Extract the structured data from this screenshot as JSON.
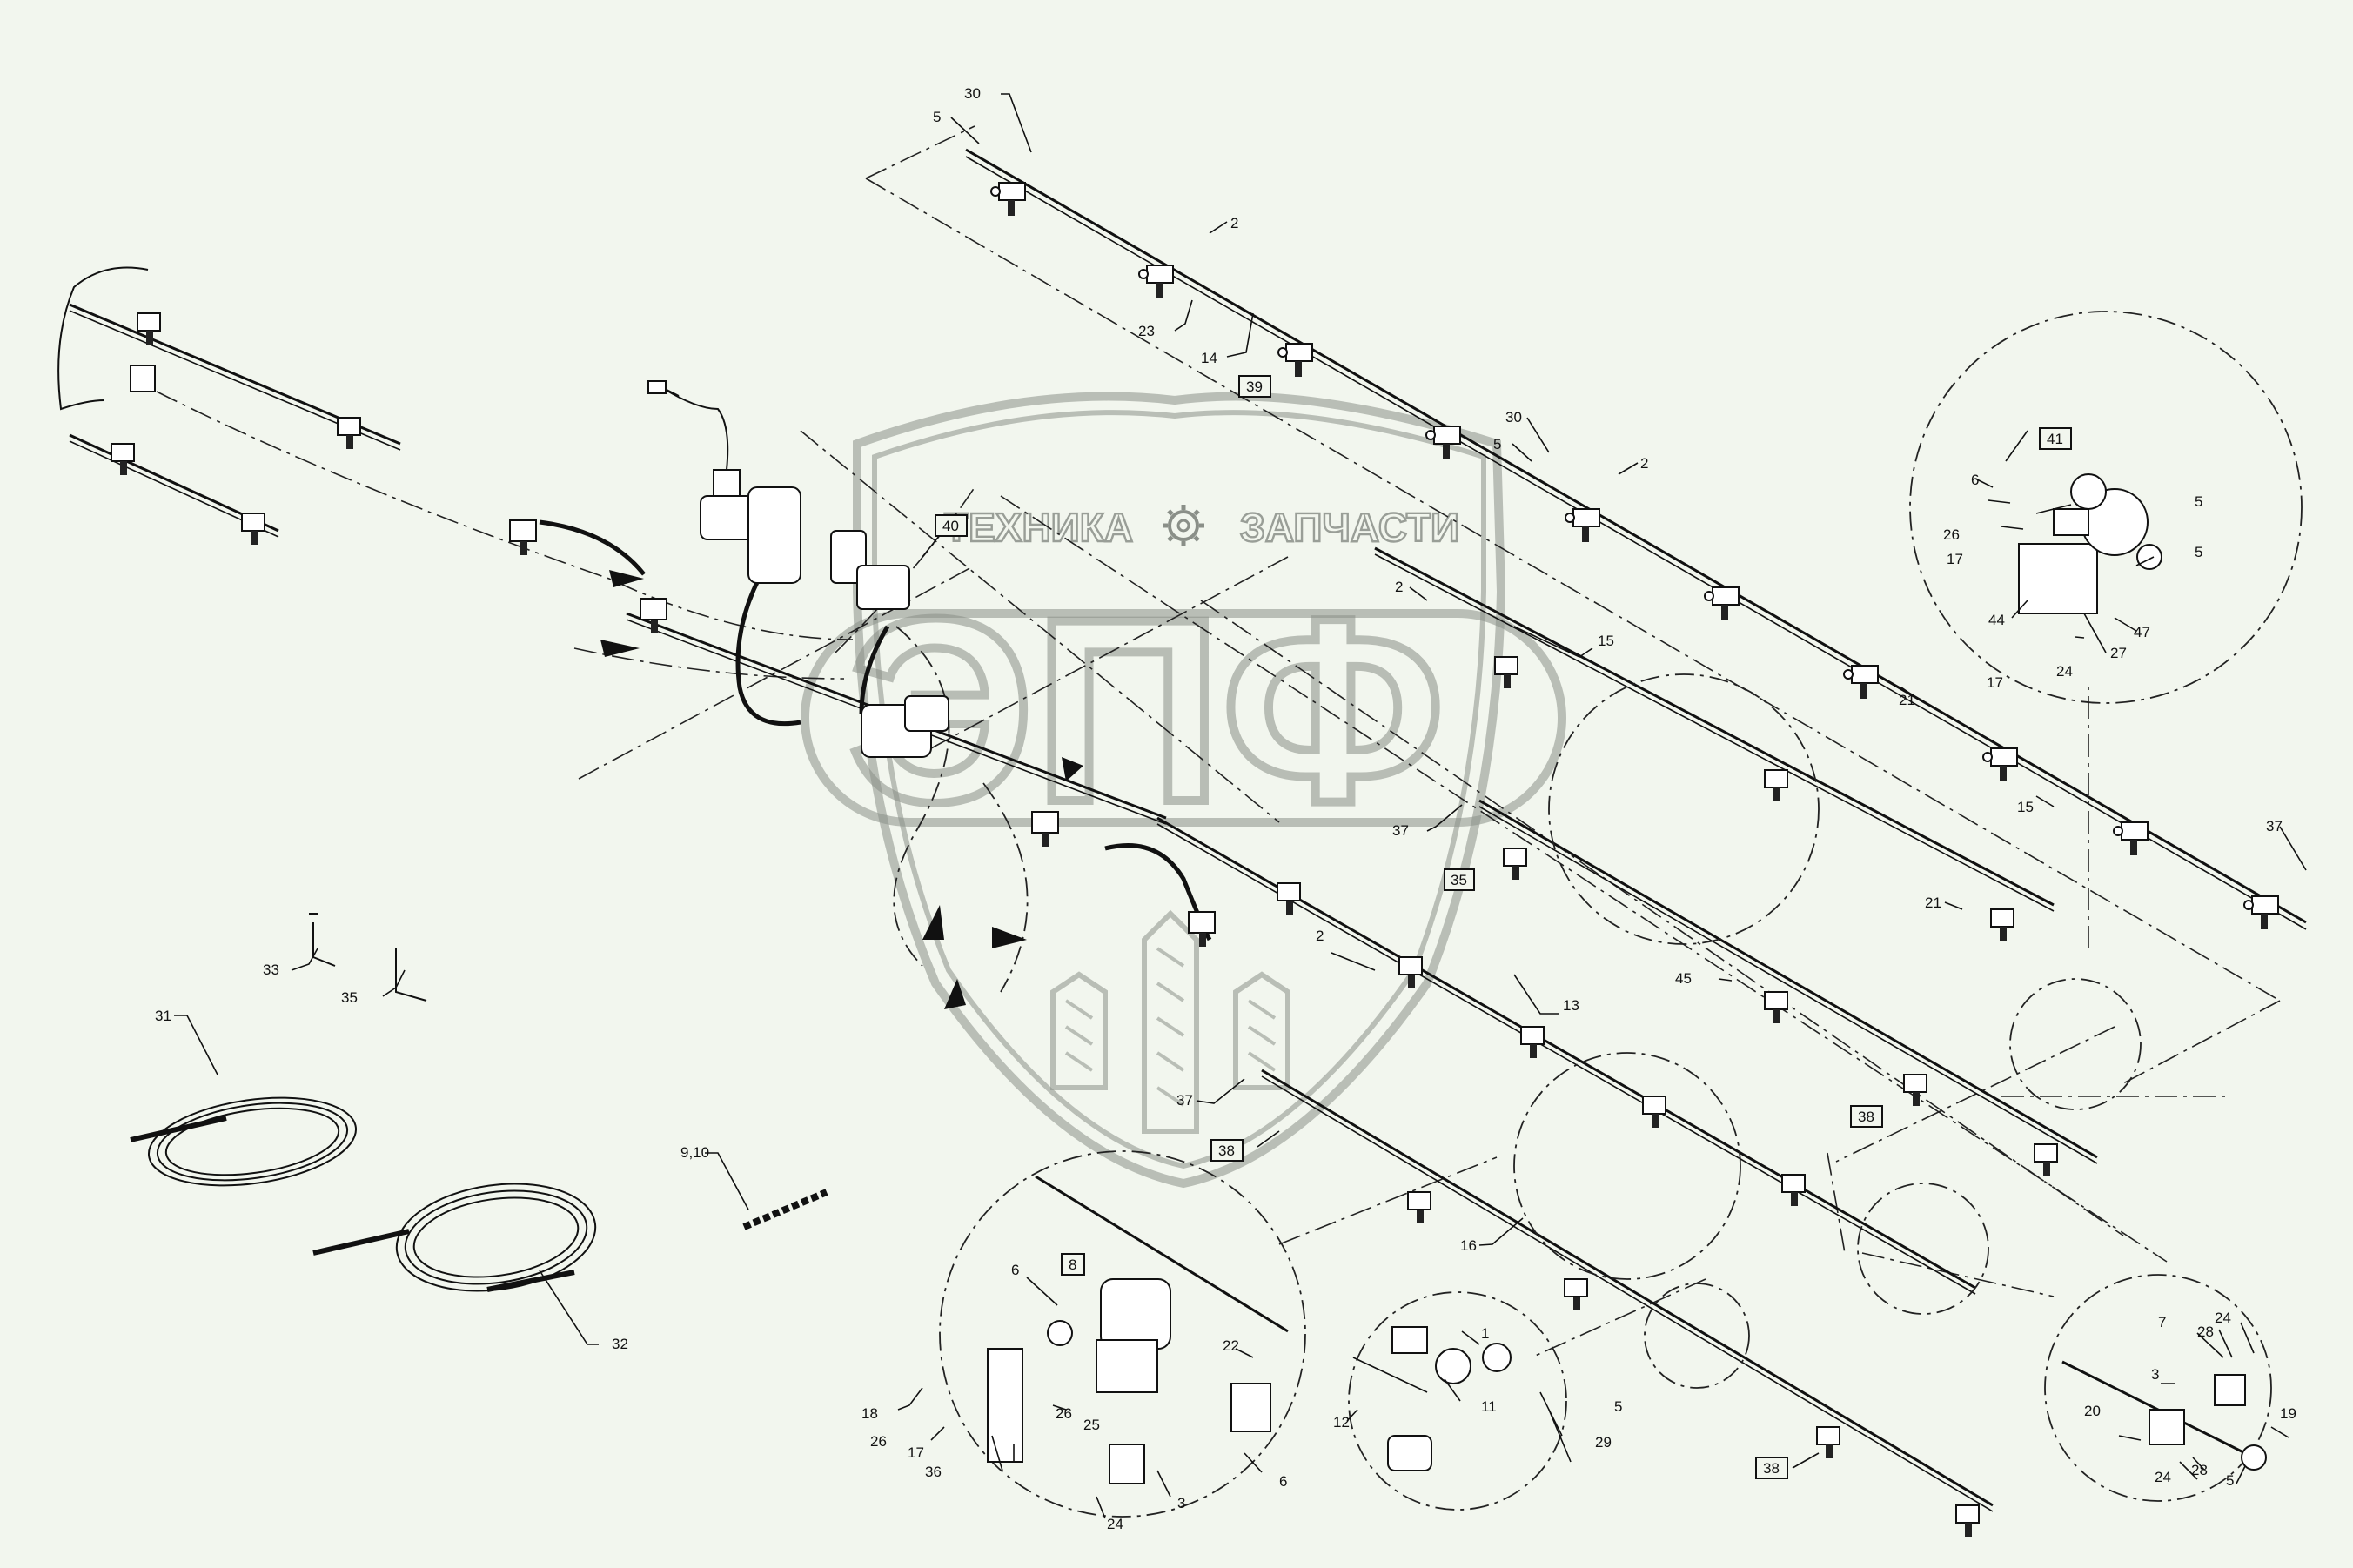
{
  "watermark": {
    "line1": "ТЕХНИКА",
    "line2": "ЗАПЧАСТИ",
    "logo": "ЭПФ",
    "icon": "gear-icon"
  },
  "callouts": [
    {
      "id": "c30a",
      "text": "30"
    },
    {
      "id": "c5a",
      "text": "5"
    },
    {
      "id": "c2a",
      "text": "2"
    },
    {
      "id": "c23",
      "text": "23"
    },
    {
      "id": "c14",
      "text": "14"
    },
    {
      "id": "c39",
      "text": "39",
      "boxed": true
    },
    {
      "id": "c30b",
      "text": "30"
    },
    {
      "id": "c5b",
      "text": "5"
    },
    {
      "id": "c2b",
      "text": "2"
    },
    {
      "id": "c40",
      "text": "40",
      "boxed": true
    },
    {
      "id": "c2c",
      "text": "2"
    },
    {
      "id": "c15a",
      "text": "15"
    },
    {
      "id": "c21a",
      "text": "21"
    },
    {
      "id": "c15b",
      "text": "15"
    },
    {
      "id": "c37a",
      "text": "37"
    },
    {
      "id": "c37b",
      "text": "37"
    },
    {
      "id": "c35box",
      "text": "35",
      "boxed": true
    },
    {
      "id": "c21b",
      "text": "21"
    },
    {
      "id": "c2d",
      "text": "2"
    },
    {
      "id": "c45",
      "text": "45"
    },
    {
      "id": "c13",
      "text": "13"
    },
    {
      "id": "c38a",
      "text": "38",
      "boxed": true
    },
    {
      "id": "c37c",
      "text": "37"
    },
    {
      "id": "c38b",
      "text": "38",
      "boxed": true
    },
    {
      "id": "c16",
      "text": "16"
    },
    {
      "id": "c38c",
      "text": "38",
      "boxed": true
    },
    {
      "id": "c33",
      "text": "33"
    },
    {
      "id": "c35",
      "text": "35"
    },
    {
      "id": "c31",
      "text": "31"
    },
    {
      "id": "c910",
      "text": "9,10"
    },
    {
      "id": "c32",
      "text": "32"
    },
    {
      "id": "r41",
      "text": "41",
      "boxed": true
    },
    {
      "id": "r6",
      "text": "6"
    },
    {
      "id": "r5a",
      "text": "5"
    },
    {
      "id": "r26",
      "text": "26"
    },
    {
      "id": "r17a",
      "text": "17"
    },
    {
      "id": "r5b",
      "text": "5"
    },
    {
      "id": "r44",
      "text": "44"
    },
    {
      "id": "r47",
      "text": "47"
    },
    {
      "id": "r27",
      "text": "27"
    },
    {
      "id": "r17b",
      "text": "17"
    },
    {
      "id": "r24",
      "text": "24"
    },
    {
      "id": "b8",
      "text": "8",
      "boxed": true
    },
    {
      "id": "b6a",
      "text": "6"
    },
    {
      "id": "b22",
      "text": "22"
    },
    {
      "id": "b18",
      "text": "18"
    },
    {
      "id": "b26a",
      "text": "26"
    },
    {
      "id": "b26b",
      "text": "26"
    },
    {
      "id": "b25",
      "text": "25"
    },
    {
      "id": "b17",
      "text": "17"
    },
    {
      "id": "b36",
      "text": "36"
    },
    {
      "id": "b3",
      "text": "3"
    },
    {
      "id": "b6b",
      "text": "6"
    },
    {
      "id": "b24",
      "text": "24"
    },
    {
      "id": "m1",
      "text": "1"
    },
    {
      "id": "m11",
      "text": "11"
    },
    {
      "id": "m12",
      "text": "12"
    },
    {
      "id": "m5",
      "text": "5"
    },
    {
      "id": "m29",
      "text": "29"
    },
    {
      "id": "n7",
      "text": "7"
    },
    {
      "id": "n28a",
      "text": "28"
    },
    {
      "id": "n24a",
      "text": "24"
    },
    {
      "id": "n3",
      "text": "3"
    },
    {
      "id": "n20",
      "text": "20"
    },
    {
      "id": "n19",
      "text": "19"
    },
    {
      "id": "n28b",
      "text": "28"
    },
    {
      "id": "n24b",
      "text": "24"
    },
    {
      "id": "n5",
      "text": "5"
    }
  ]
}
